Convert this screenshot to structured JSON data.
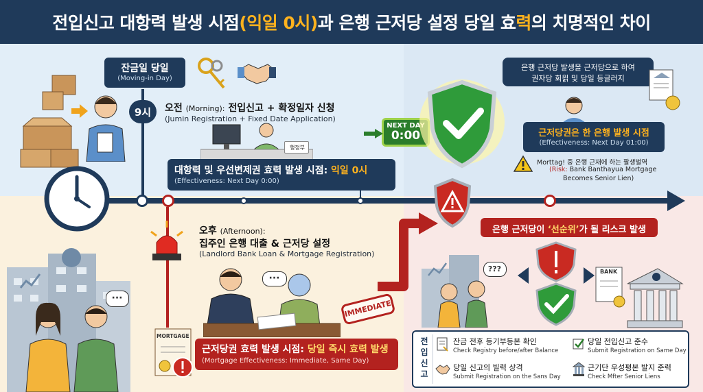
{
  "header": {
    "title_pre": "전입신고 대항력 발생 시점",
    "title_hl1": "(익일 0시)",
    "title_mid": "과 은행 근저당 설정 당일 효",
    "title_hl2": "력",
    "title_post": "의 치명적인 차이"
  },
  "moving_day": {
    "title": "잔금일 당일",
    "subtitle": "(Moving-in Day)"
  },
  "time_9": "9시",
  "morning": {
    "title_ko": "오전",
    "title_en": "(Morning):",
    "title_rest": "전입신고 + 확정일자 신청",
    "subtitle": "(Jumin Registration + Fixed Date Application)"
  },
  "desk_sign": "행정부",
  "effect_next_day": {
    "title_pre": "대항력 및 우선변제권 효력 발생 시점: ",
    "title_hl": "익일 0시",
    "subtitle": "(Effectiveness: Next Day 0:00)"
  },
  "next_day_badge": {
    "label": "NEXT DAY",
    "time": "0:00"
  },
  "bank_bubble": {
    "line1": "은행 근저당 발생을 근저당으로 하여",
    "line2": "권자당 회읡 및 당일 등글러지"
  },
  "bank_effect": {
    "title": "근저당권은 한 은행 발생 시점",
    "subtitle": "(Effectiveness: Next Day 01:00)"
  },
  "risk_note": {
    "line1": "Morttag! 중 은행 근재에 하는 팔생벌역",
    "line2_label": "(Risk:",
    "line2_rest": " Bank Banthayua Mortgage",
    "line3": "Becomes Senior Lien)"
  },
  "risk_banner": {
    "pre": "은행 근저당이 ",
    "hl": "‘선순위’",
    "post": "가 될 리스크 발생"
  },
  "afternoon": {
    "title_ko": "오후",
    "title_en": "(Afternoon):",
    "title2": "집주인 은행 대출 & 근저당 설정",
    "subtitle": "(Landlord Bank Loan & Mortgage Registration)"
  },
  "immediate_stamp": "IMMEDIATE",
  "mortgage_doc": "MORTGAGE",
  "bank_sign": "BANK",
  "question_marks": "???",
  "speech_dots": "···",
  "mortgage_effect": {
    "title_pre": "근저당권 효력 발생 시점: ",
    "title_hl": "당일 즉시 효력 발생",
    "subtitle": "(Mortgage Effectiveness: Immediate, Same Day)"
  },
  "checklist": {
    "title": "전입신고",
    "items": [
      {
        "main": "잔금 전후 등기부등본 확인",
        "sub": "Check Registry before/after Balance"
      },
      {
        "main": "당일 전입신고 준수",
        "sub": "Submit Registration on Same Day"
      },
      {
        "main": "당일 신고의 빌력 상격",
        "sub": "Submit Registration on the Sans Day"
      },
      {
        "main": "근기단 우성평본 발지 준력",
        "sub": "Check Mfter Senior Liens"
      }
    ]
  },
  "colors": {
    "navy": "#1f3a5a",
    "accent": "#ffb21e",
    "green": "#2b7d2b",
    "red": "#b3221f"
  }
}
